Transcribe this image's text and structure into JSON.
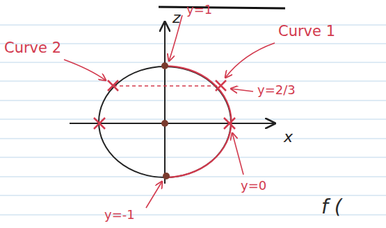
{
  "diagram": {
    "labels": [
      "z",
      "x",
      "Curve 2",
      "Curve 1",
      "y=1",
      "y=2/3",
      "y=0",
      "y=-1",
      "f ("
    ]
  }
}
